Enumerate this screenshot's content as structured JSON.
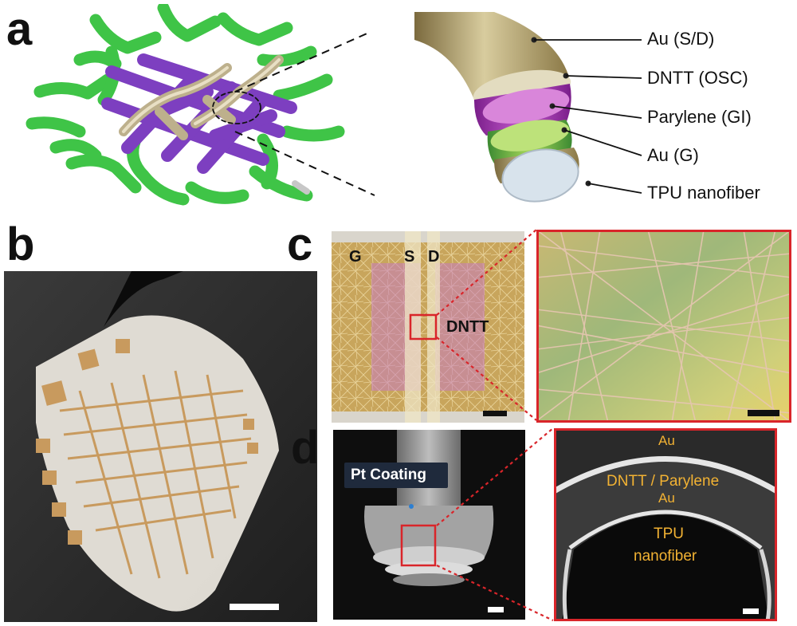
{
  "panels": {
    "a": {
      "letter": "a",
      "layers": [
        "Au (S/D)",
        "DNTT (OSC)",
        "Parylene (GI)",
        "Au (G)",
        "TPU nanofiber"
      ]
    },
    "b": {
      "letter": "b"
    },
    "c": {
      "letter": "c",
      "labels": {
        "g": "G",
        "s": "S",
        "d": "D",
        "dntt": "DNTT"
      }
    },
    "d": {
      "letter": "d",
      "callout": "Pt Coating",
      "sem_labels": {
        "au_top": "Au",
        "dntt_parylene": "DNTT  / Parylene",
        "au_bottom": "Au",
        "tpu_line1": "TPU",
        "tpu_line2": "nanofiber"
      }
    }
  },
  "colors": {
    "fiber_green": "#3fc447",
    "dntt_purple": "#7d3fc0",
    "gold": "#c9b07a",
    "highlight_red": "#d9252a",
    "sem_label": "#f2b233"
  }
}
